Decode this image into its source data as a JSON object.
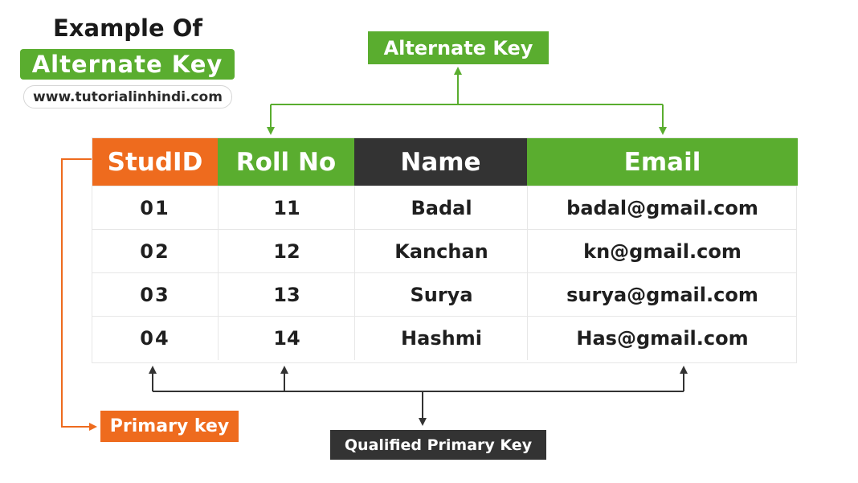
{
  "title": {
    "line1": "Example Of",
    "line2": "Alternate Key",
    "website": "www.tutorialinhindi.com"
  },
  "labels": {
    "alternate_key": "Alternate Key",
    "primary_key": "Primary key",
    "qualified_primary_key": "Qualified Primary Key"
  },
  "table": {
    "headers": [
      "StudID",
      "Roll No",
      "Name",
      "Email"
    ],
    "rows": [
      [
        "01",
        "11",
        "Badal",
        "badal@gmail.com"
      ],
      [
        "02",
        "12",
        "Kanchan",
        "kn@gmail.com"
      ],
      [
        "03",
        "13",
        "Surya",
        "surya@gmail.com"
      ],
      [
        "04",
        "14",
        "Hashmi",
        "Has@gmail.com"
      ]
    ]
  },
  "colors": {
    "green": "#5aad2f",
    "orange": "#ee6b1e",
    "dark": "#333333",
    "line_green": "#5aad2f",
    "line_dark": "#333333"
  }
}
